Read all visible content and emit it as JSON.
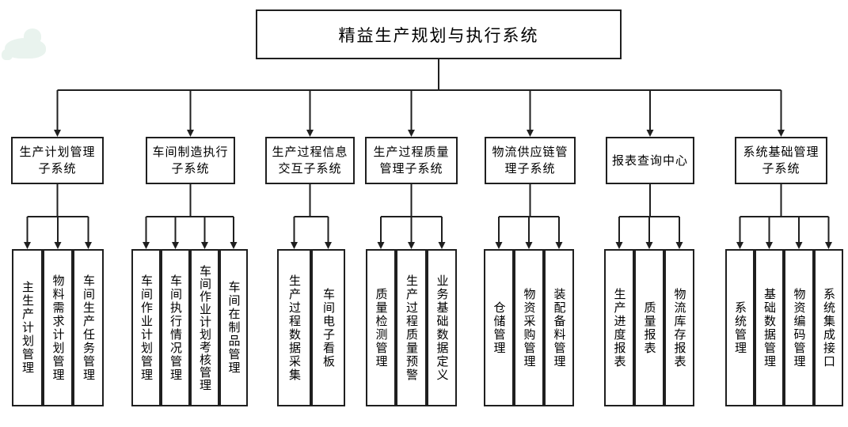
{
  "diagram": {
    "title": "精益生产规划与执行系统",
    "subsystems": [
      {
        "label": "生产计划管理\n子系统",
        "children": [
          "主生产计划管理",
          "物料需求计划管理",
          "车间生产任务管理"
        ]
      },
      {
        "label": "车间制造执行\n子系统",
        "children": [
          "车间作业计划管理",
          "车间执行情况管理",
          "车间作业计划考核管理",
          "车间在制品管理"
        ]
      },
      {
        "label": "生产过程信息\n交互子系统",
        "children": [
          "生产过程数据采集",
          "车间电子看板"
        ]
      },
      {
        "label": "生产过程质量\n管理子系统",
        "children": [
          "质量检测管理",
          "生产过程质量预警",
          "业务基础数据定义"
        ]
      },
      {
        "label": "物流供应链管\n理子系统",
        "children": [
          "仓储管理",
          "物资采购管理",
          "装配备料管理"
        ]
      },
      {
        "label": "报表查询中心",
        "children": [
          "生产进度报表",
          "质量报表",
          "物流库存报表"
        ]
      },
      {
        "label": "系统基础管理\n子系统",
        "children": [
          "系统管理",
          "基础数据管理",
          "物资编码管理",
          "系统集成接口"
        ]
      }
    ],
    "colors": {
      "line": "#1f1f1f",
      "box_border": "#1f1f1f",
      "box_fill": "#ffffff",
      "background": "#ffffff",
      "text": "#000000"
    }
  }
}
